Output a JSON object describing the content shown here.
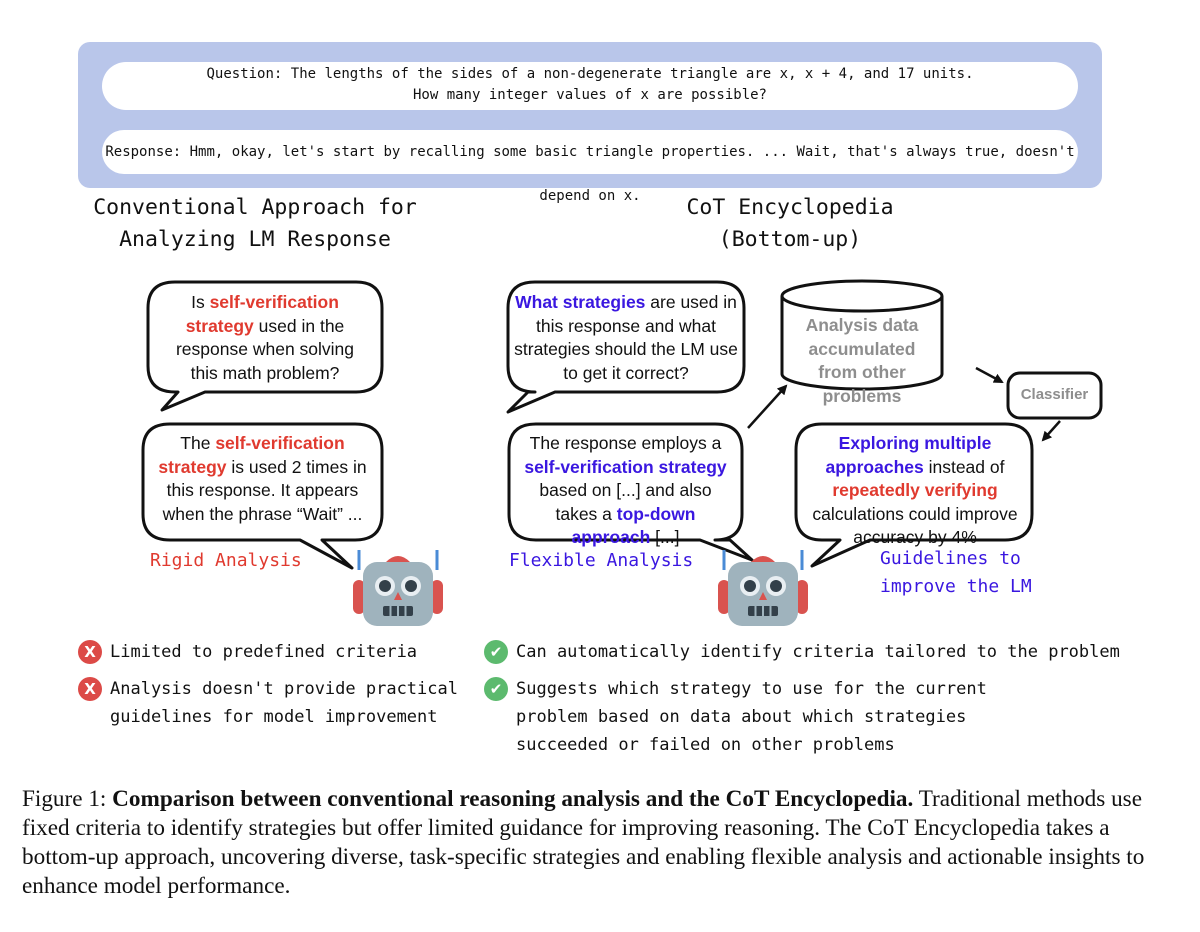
{
  "top": {
    "question_line1": "Question: The lengths of the sides of a non-degenerate triangle are x, x + 4, and 17 units.",
    "question_line2": "How many integer values of x are possible?",
    "response": "Response: Hmm, okay, let's start by recalling some basic triangle properties. ... Wait, that's always true, doesn't depend on x."
  },
  "left": {
    "heading_line1": "Conventional Approach for",
    "heading_line2": "Analyzing LM Response",
    "q_bubble": {
      "pre": "Is ",
      "hl": "self-verification strategy",
      "post": " used in the response when solving this math problem?"
    },
    "a_bubble": {
      "pre": "The ",
      "hl": "self-verification strategy",
      "post": " is used 2 times in this response. It appears when the phrase “Wait” ..."
    },
    "label": "Rigid Analysis",
    "bullets": [
      "Limited to predefined criteria",
      "Analysis doesn't provide practical guidelines for model improvement"
    ]
  },
  "right": {
    "heading_line1": "CoT Encyclopedia",
    "heading_line2": "(Bottom-up)",
    "q_bubble": {
      "hl": "What strategies",
      "post": " are used in this response and what strategies should the LM use to get it correct?"
    },
    "a_bubble": {
      "pre": "The response employs a ",
      "hl1": "self-verification strategy",
      "mid": " based on [...] and also takes a ",
      "hl2": "top-down approach",
      "post": " [...]"
    },
    "cylinder_text": "Analysis data accumulated from other problems",
    "classifier": "Classifier",
    "g_bubble": {
      "hl1": "Exploring multiple approaches",
      "mid": " instead of ",
      "hl2": "repeatedly verifying",
      "post": " calculations could improve accuracy by 4%"
    },
    "label": "Flexible Analysis",
    "guidelines_label": "Guidelines to improve the LM",
    "bullets": [
      "Can automatically identify criteria tailored to the problem",
      "Suggests which strategy to use for the current problem based on data about which strategies succeeded or failed on other problems"
    ]
  },
  "icons": {
    "negative": "x-circle-icon",
    "positive": "check-circle-icon",
    "x_glyph": "X",
    "check_glyph": "✔",
    "robot": "robot-icon"
  },
  "colors": {
    "top_box": "#b9c6ea",
    "red_highlight": "#e03a2f",
    "blue_highlight": "#3a17e0",
    "grey_text": "#8e8e8e",
    "x_icon": "#dc4a47",
    "check_icon": "#5cba6e"
  },
  "caption": {
    "label": "Figure 1:",
    "bold": "Comparison between conventional reasoning analysis and the CoT Encyclopedia.",
    "body": "Traditional methods use fixed criteria to identify strategies but offer limited guidance for improving reasoning. The CoT Encyclopedia takes a bottom-up approach, uncovering diverse, task-specific strategies and enabling flexible analysis and actionable insights to enhance model performance."
  }
}
